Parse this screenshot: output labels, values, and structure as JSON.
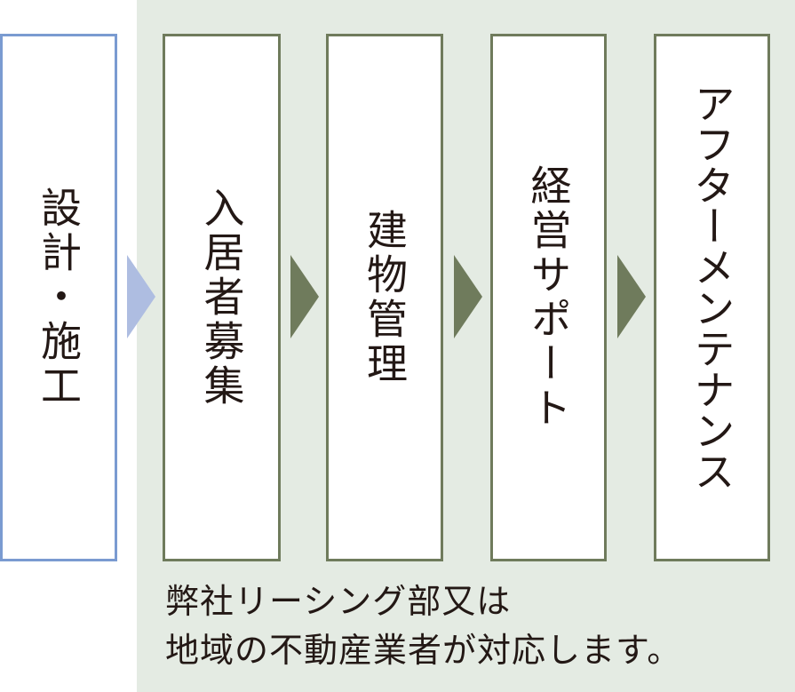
{
  "steps": [
    {
      "label": "設計・施工"
    },
    {
      "label": "入居者募集"
    },
    {
      "label": "建物管理"
    },
    {
      "label": "経営サポート"
    },
    {
      "label": "アフターメンテナンス"
    }
  ],
  "note": {
    "line1": "弊社リーシング部又は",
    "line2": "地域の不動産業者が対応します。"
  },
  "colors": {
    "blue": "#7a9bd1",
    "green": "#6f7b5c",
    "panel": "#e4ebe3",
    "arrow_blue": "#aebde1"
  }
}
